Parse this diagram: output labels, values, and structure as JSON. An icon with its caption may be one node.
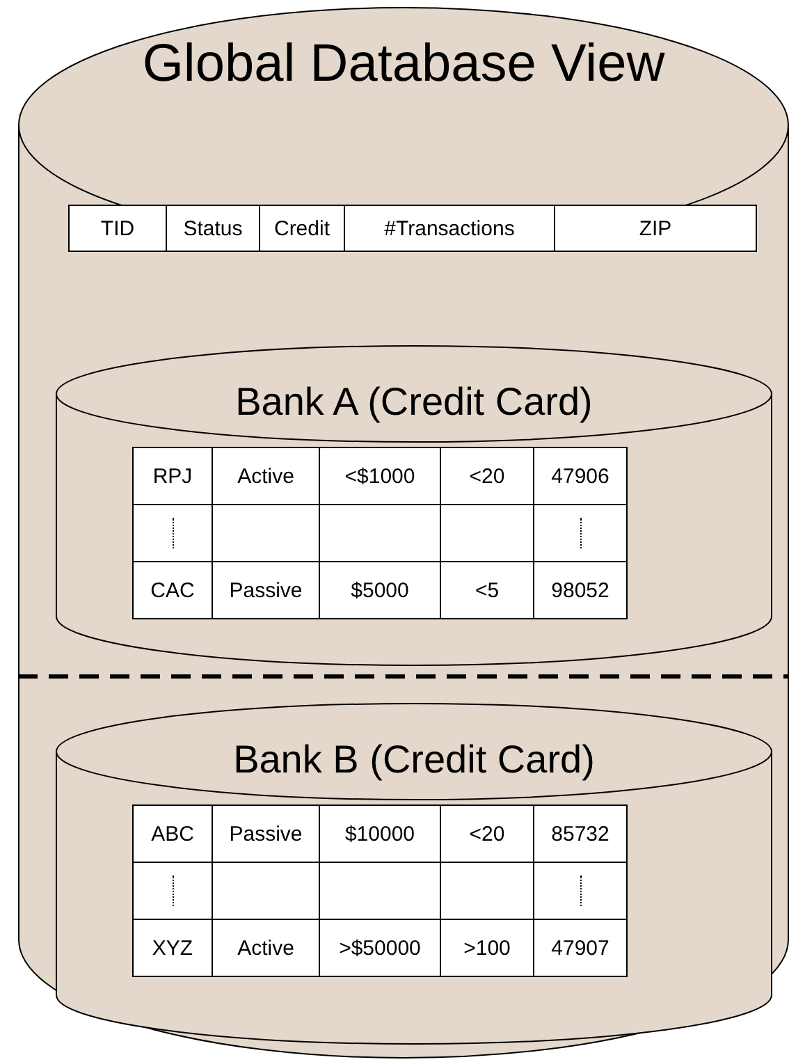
{
  "diagram": {
    "nodes": [
      {
        "text": [
          "Global Database View"
        ]
      },
      {
        "text": [
          "Bank A (Credit Card)"
        ],
        "in": 0
      },
      {
        "text": [
          "Bank B (Credit Card)"
        ],
        "in": 0
      }
    ],
    "edges": [],
    "labels": [
      "TID",
      "Status",
      "Credit",
      "#Transactions",
      "ZIP",
      "RPJ",
      "Active",
      "<$1000",
      "<20",
      "47906",
      "CAC",
      "Passive",
      "$5000",
      "<5",
      "98052",
      "ABC",
      "Passive",
      "$10000",
      "<20",
      "85732",
      "XYZ",
      "Active",
      ">$50000",
      ">100",
      "47907"
    ]
  }
}
